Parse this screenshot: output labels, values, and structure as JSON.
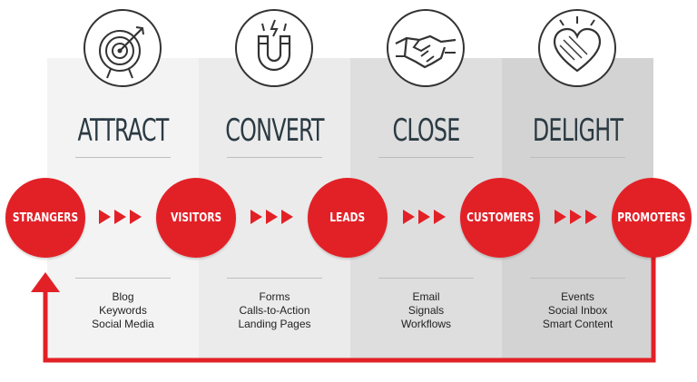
{
  "stages": [
    {
      "title": "ATTRACT",
      "icon": "target-icon",
      "tactics": [
        "Blog",
        "Keywords",
        "Social Media"
      ]
    },
    {
      "title": "CONVERT",
      "icon": "magnet-icon",
      "tactics": [
        "Forms",
        "Calls-to-Action",
        "Landing Pages"
      ]
    },
    {
      "title": "CLOSE",
      "icon": "handshake-icon",
      "tactics": [
        "Email",
        "Signals",
        "Workflows"
      ]
    },
    {
      "title": "DELIGHT",
      "icon": "heart-icon",
      "tactics": [
        "Events",
        "Social Inbox",
        "Smart Content"
      ]
    }
  ],
  "nodes": [
    "STRANGERS",
    "VISITORS",
    "LEADS",
    "CUSTOMERS",
    "PROMOTERS"
  ],
  "colors": {
    "accent": "#e22127",
    "title": "#2b3a43",
    "panel_1": "#f3f3f3",
    "panel_2": "#ebebeb",
    "panel_3": "#dedede",
    "panel_4": "#d3d3d3"
  }
}
